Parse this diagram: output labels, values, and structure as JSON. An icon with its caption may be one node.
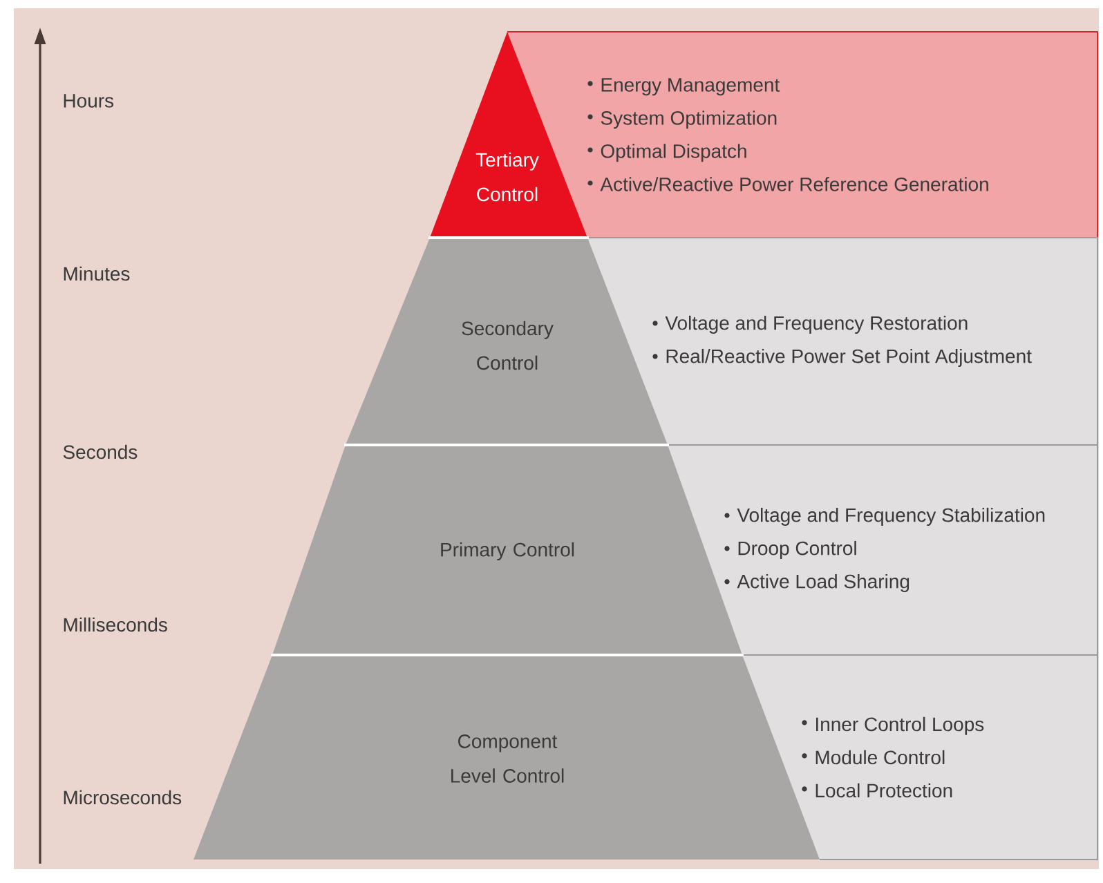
{
  "diagram": {
    "nodes": [
      {
        "text": [
          "Tertiary Control"
        ]
      },
      {
        "text": [
          "Energy Management",
          "System Optimization",
          "Optimal Dispatch",
          "Active/Reactive Power Reference Generation"
        ]
      },
      {
        "text": [
          "Secondary Control"
        ]
      },
      {
        "text": [
          "Voltage and Frequency Restoration",
          "Real/Reactive Power Set Point Adjustment"
        ]
      },
      {
        "text": [
          "Primary Control"
        ]
      },
      {
        "text": [
          "Voltage and Frequency Stabilization",
          "Droop Control",
          "Active Load Sharing"
        ]
      },
      {
        "text": [
          "Component Level Control"
        ]
      },
      {
        "text": [
          "Inner Control Loops",
          "Module Control",
          "Local Protection"
        ]
      }
    ],
    "labels": [
      "Hours",
      "Minutes",
      "Seconds",
      "Milliseconds",
      "Microseconds"
    ]
  }
}
